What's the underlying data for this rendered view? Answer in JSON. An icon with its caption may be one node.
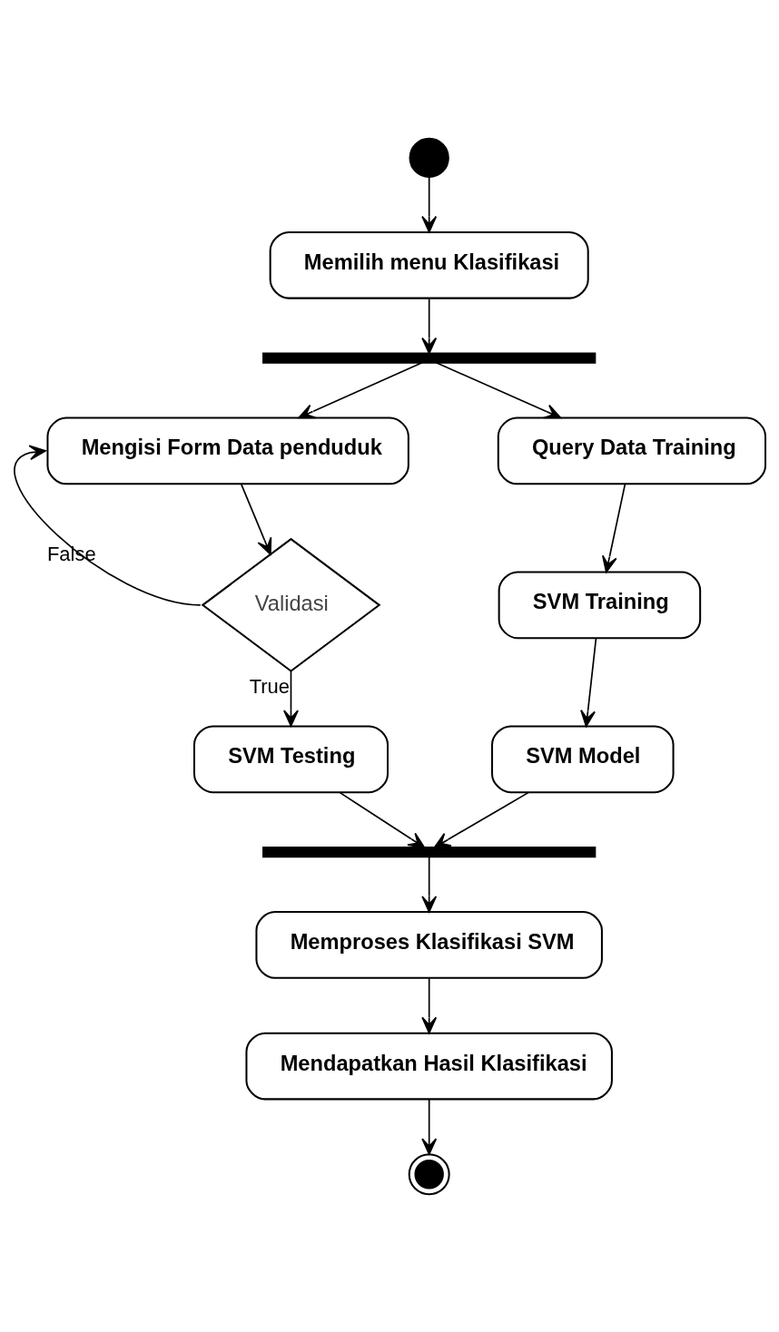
{
  "diagram": {
    "nodes": [
      {
        "text": [],
        "shape": "circle"
      },
      {
        "text": [
          "Memilih menu Klasifikasi"
        ]
      },
      {
        "text": [],
        "shape": "bar"
      },
      {
        "text": [
          "Mengisi Form Data penduduk"
        ]
      },
      {
        "text": [
          "Query Data Training"
        ]
      },
      {
        "text": [
          "Validasi"
        ]
      },
      {
        "text": [
          "SVM Training"
        ]
      },
      {
        "text": [
          "SVM Testing"
        ]
      },
      {
        "text": [
          "SVM Model"
        ]
      },
      {
        "text": [],
        "shape": "bar"
      },
      {
        "text": [
          "Memproses Klasifikasi SVM"
        ]
      },
      {
        "text": [
          "Mendapatkan Hasil Klasifikasi"
        ]
      },
      {
        "text": [],
        "shape": "bullseye"
      }
    ],
    "edges": [
      {
        "from": 0,
        "to": 1,
        "arrow": "to"
      },
      {
        "from": 1,
        "to": 2,
        "arrow": "to"
      },
      {
        "from": 2,
        "to": 3,
        "arrow": "to"
      },
      {
        "from": 2,
        "to": 4,
        "arrow": "to"
      },
      {
        "from": 3,
        "to": 5,
        "arrow": "to"
      },
      {
        "from": 5,
        "to": 3,
        "label": "False",
        "arrow": "to"
      },
      {
        "from": 5,
        "to": 7,
        "label": "True",
        "arrow": "to"
      },
      {
        "from": 4,
        "to": 6,
        "arrow": "to"
      },
      {
        "from": 6,
        "to": 8,
        "arrow": "to"
      },
      {
        "from": 7,
        "to": 9,
        "arrow": "to"
      },
      {
        "from": 8,
        "to": 9,
        "arrow": "to"
      },
      {
        "from": 9,
        "to": 10,
        "arrow": "to"
      },
      {
        "from": 10,
        "to": 11,
        "arrow": "to"
      },
      {
        "from": 11,
        "to": 12,
        "arrow": "to"
      }
    ]
  }
}
